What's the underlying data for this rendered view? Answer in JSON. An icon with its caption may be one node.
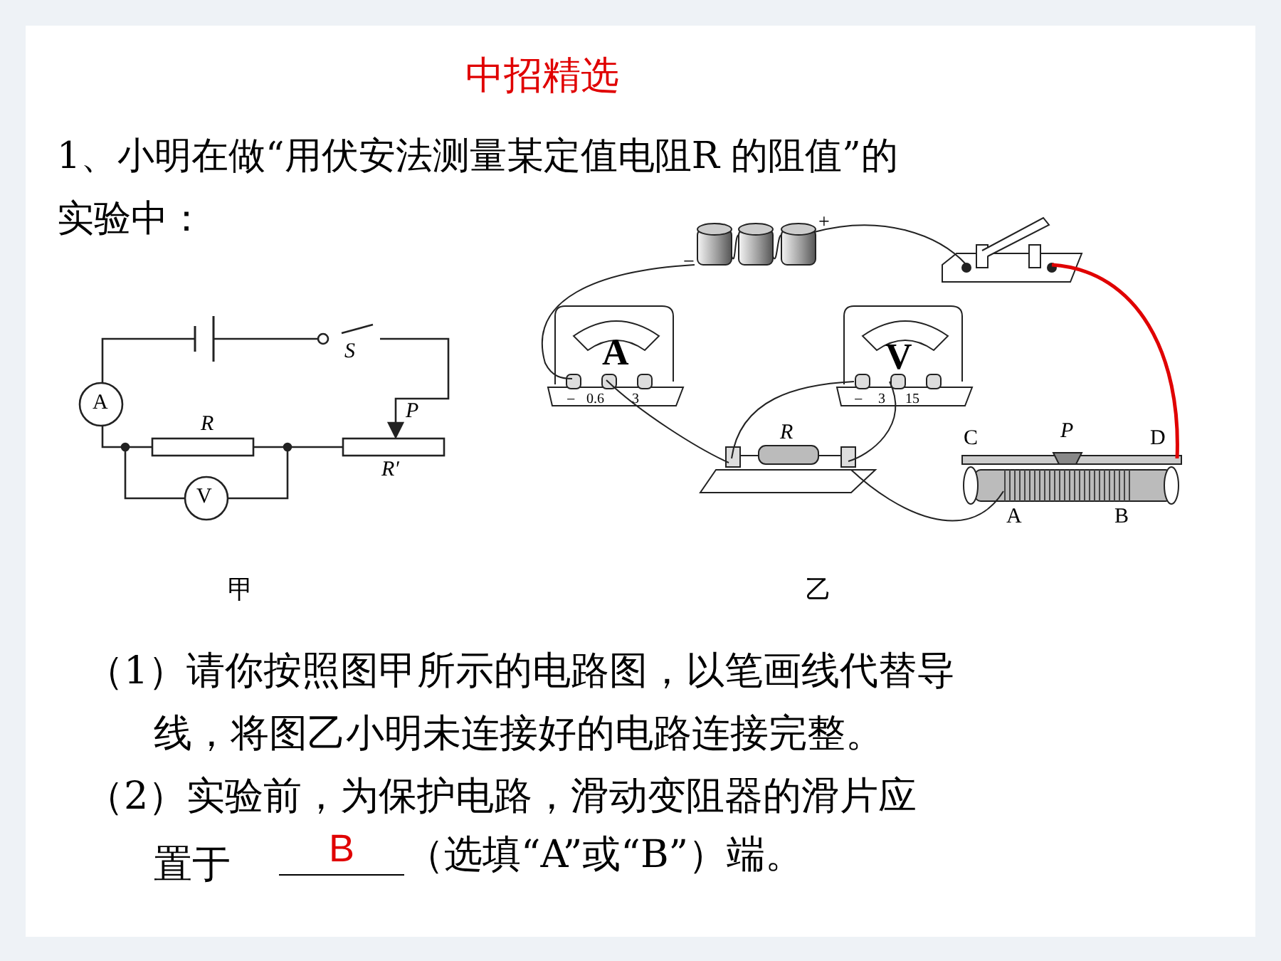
{
  "diagram": {
    "title": "中招精选",
    "labels": [
      "1、小明在做“用伏安法测量某定值电阻R 的阻值”的实验中：",
      "S",
      "P",
      "R",
      "R′",
      "A",
      "V",
      "−",
      "+",
      "A",
      "−",
      "0.6",
      "3",
      "V",
      "−",
      "3",
      "15",
      "R",
      "C",
      "P",
      "D",
      "A",
      "B",
      "甲",
      "乙",
      "（1）请你按照图甲所示的电路图，以笔画线代替导线，将图乙小明未连接好的电路连接完整。",
      "（2）实验前，为保护电路，滑动变阻器的滑片应置于",
      "B",
      "（选填“A”或“B”）端。"
    ]
  }
}
